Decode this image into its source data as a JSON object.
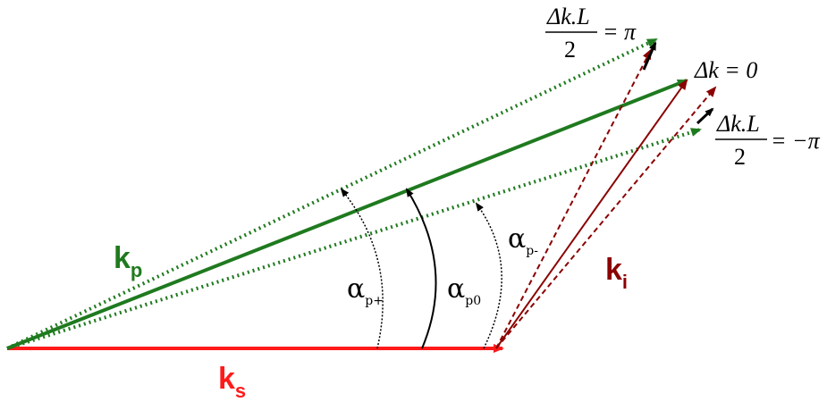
{
  "colors": {
    "pump": "#1f7a1f",
    "signal": "#ff1a1a",
    "idler": "#8b0000",
    "arc": "#000000"
  },
  "labels": {
    "kp": {
      "main": "k",
      "sub": "p"
    },
    "ks": {
      "main": "k",
      "sub": "s"
    },
    "ki": {
      "main": "k",
      "sub": "i"
    },
    "alpha_pplus": {
      "main": "α",
      "sub": "p+"
    },
    "alpha_p0": {
      "main": "α",
      "sub": "p0"
    },
    "alpha_pminus": {
      "main": "α",
      "sub": "p-"
    }
  },
  "equations": {
    "top": {
      "numerator": "Δk.L",
      "denominator": "2",
      "rhs": "= π"
    },
    "middle": {
      "text": "Δk = 0"
    },
    "bottom": {
      "numerator": "Δk.L",
      "denominator": "2",
      "rhs": "= −π"
    }
  }
}
